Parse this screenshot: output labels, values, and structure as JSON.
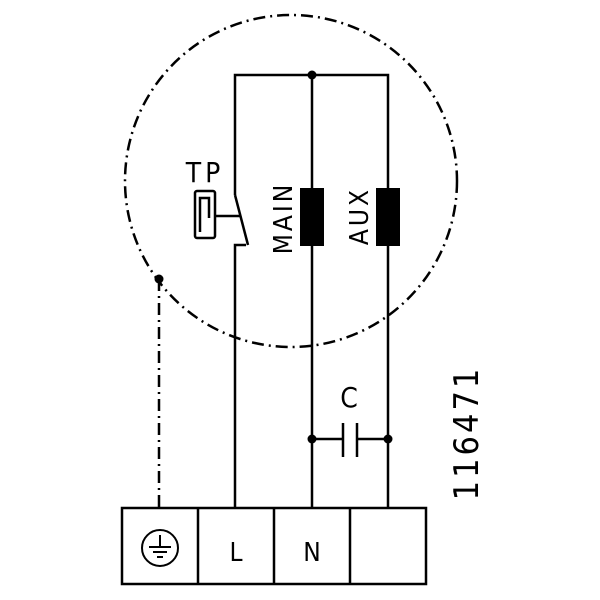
{
  "labels": {
    "thermal_protector": "TP",
    "main_winding": "MAIN",
    "aux_winding": "AUX",
    "capacitor": "C",
    "drawing_number": "116471"
  },
  "terminals": [
    {
      "id": "earth",
      "label": "",
      "icon": "earth-ground-icon"
    },
    {
      "id": "line",
      "label": "L"
    },
    {
      "id": "neutral",
      "label": "N"
    },
    {
      "id": "spare",
      "label": ""
    }
  ],
  "colors": {
    "line": "#000000",
    "background": "#ffffff"
  }
}
